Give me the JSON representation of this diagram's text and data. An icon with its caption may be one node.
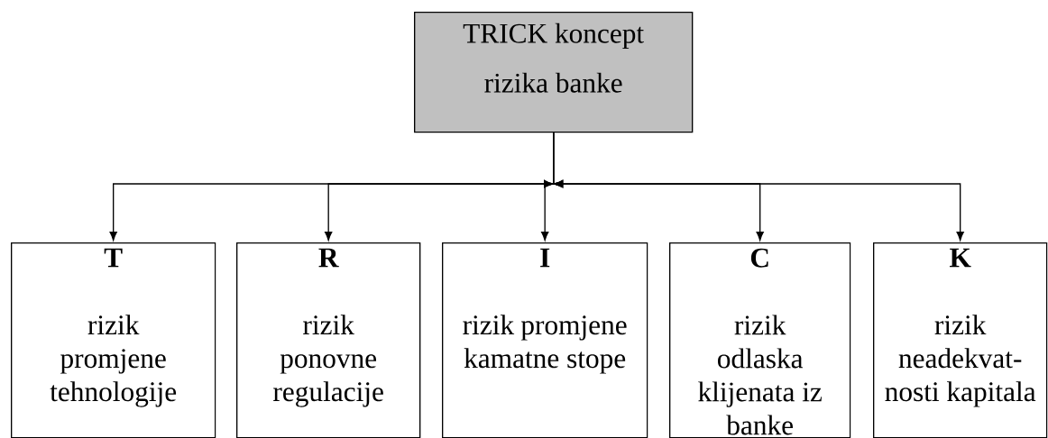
{
  "diagram": {
    "nodes": [
      {
        "text": [
          "TRICK koncept rizika banke"
        ]
      },
      {
        "text": [
          "T",
          "rizik promjene tehnologije"
        ]
      },
      {
        "text": [
          "R",
          "rizik ponovne regulacije"
        ]
      },
      {
        "text": [
          "I",
          "rizik promjene kamatne stope"
        ]
      },
      {
        "text": [
          "C",
          "rizik odlaska klijenata iz banke"
        ]
      },
      {
        "text": [
          "K",
          "rizik neadekvat- nosti kapitala"
        ]
      }
    ],
    "edges": [
      {
        "from": 0,
        "to": 1,
        "arrow": "to"
      },
      {
        "from": 0,
        "to": 2,
        "arrow": "to"
      },
      {
        "from": 0,
        "to": 3,
        "arrow": "to"
      },
      {
        "from": 0,
        "to": 4,
        "arrow": "to"
      },
      {
        "from": 0,
        "to": 5,
        "arrow": "to"
      }
    ]
  }
}
